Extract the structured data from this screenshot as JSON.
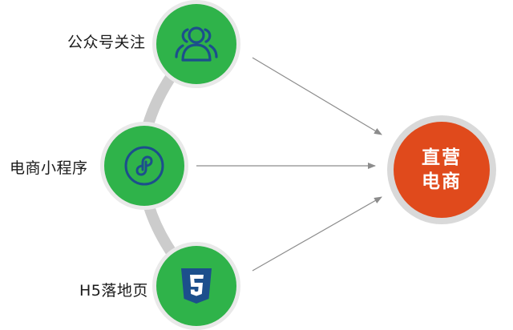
{
  "channels": [
    {
      "label": "公众号关注",
      "icon": "users-icon"
    },
    {
      "label": "电商小程序",
      "icon": "mini-program-icon"
    },
    {
      "label": "H5落地页",
      "icon": "html5-icon"
    }
  ],
  "target": {
    "line1": "直营",
    "line2": "电商"
  },
  "colors": {
    "node_green": "#2fb34a",
    "icon_blue": "#1c4f8c",
    "target_orange": "#e04a1c",
    "arc_gray": "#cccccc",
    "arrow_gray": "#8c8c8c"
  }
}
